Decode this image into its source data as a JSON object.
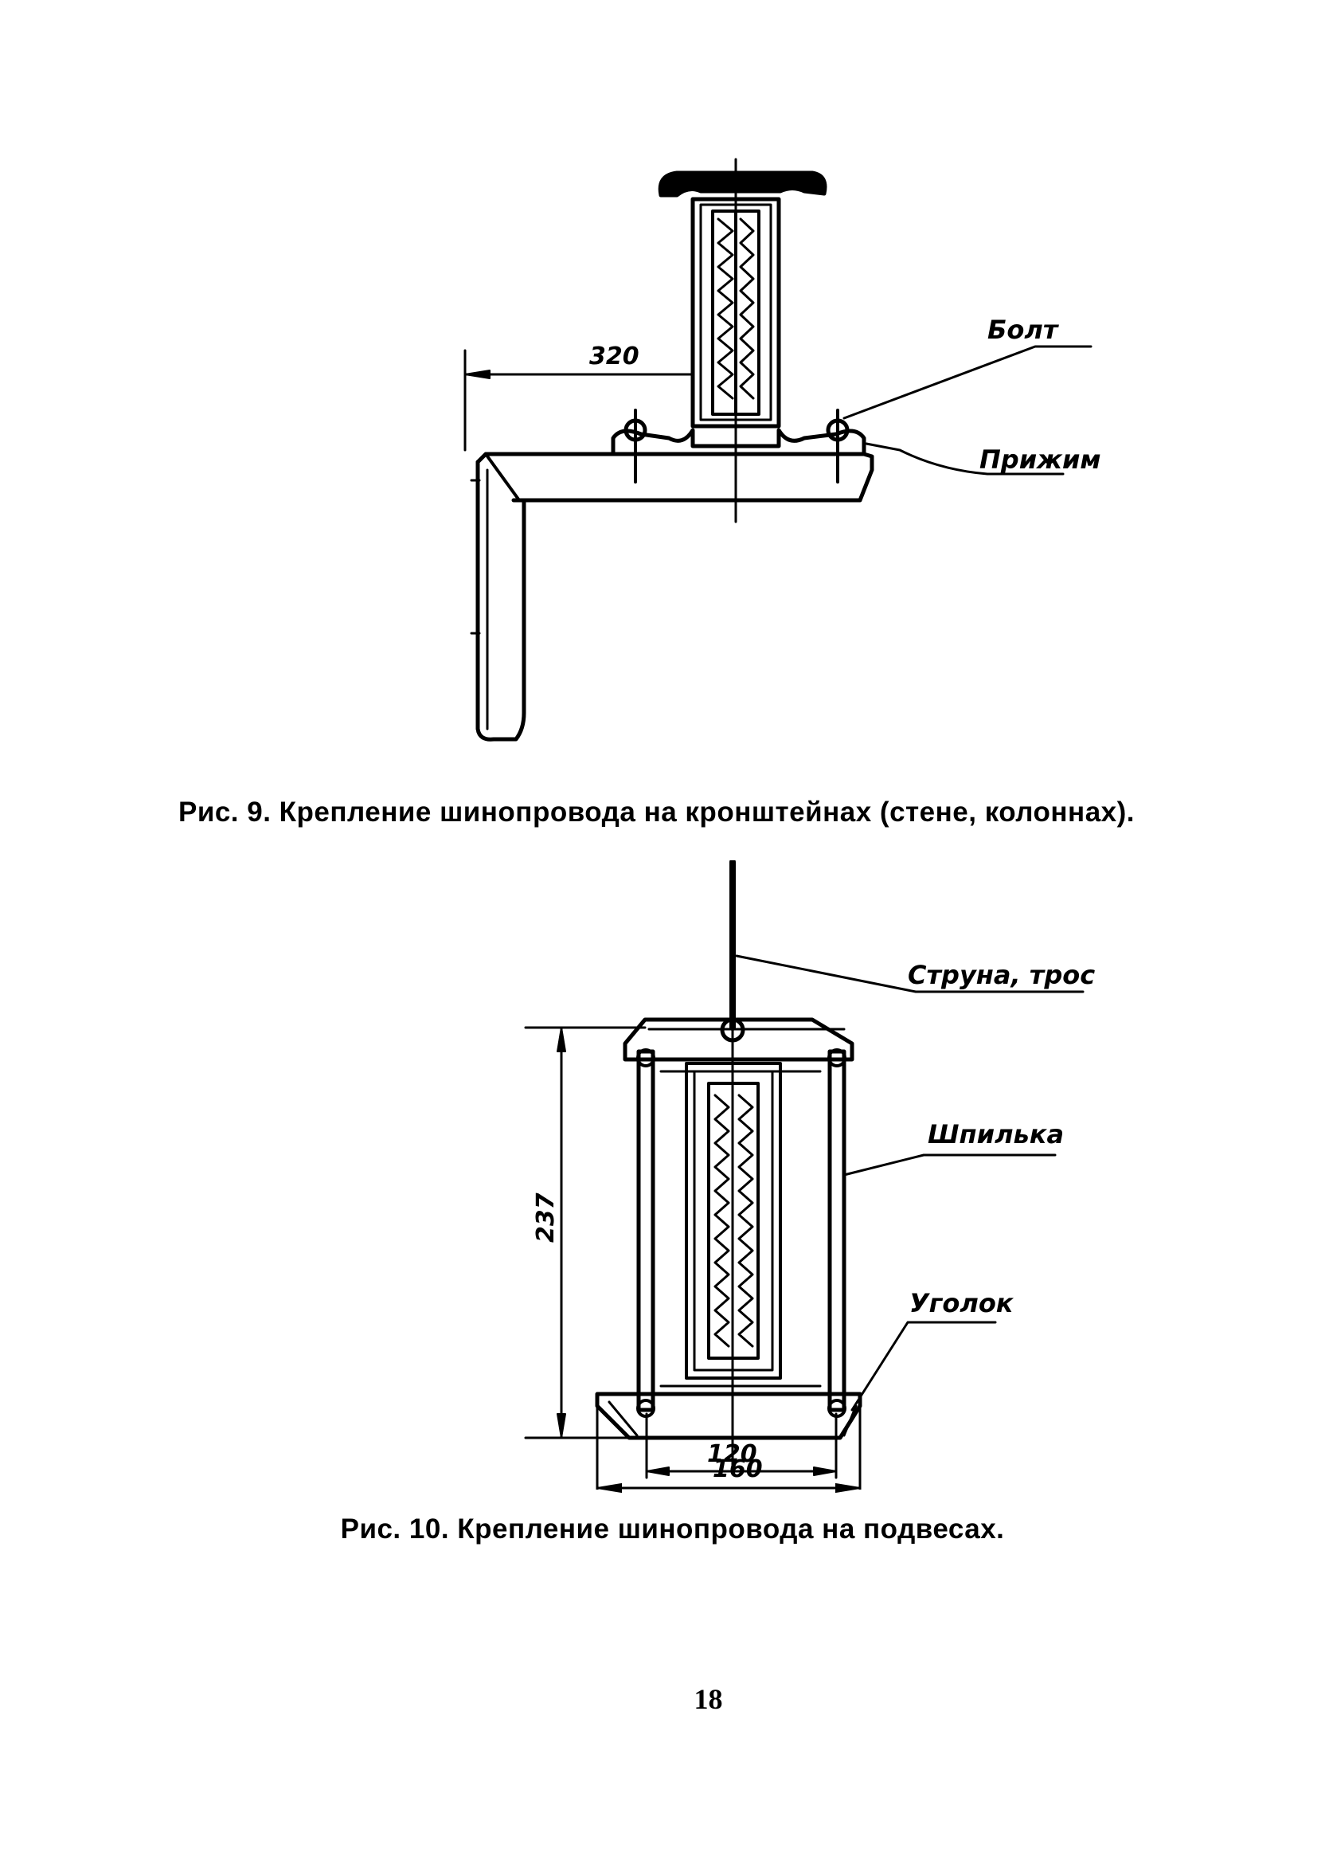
{
  "figure9": {
    "labels": {
      "bolt": "Болт",
      "clamp": "Прижим"
    },
    "dimension": "320",
    "caption": "Рис. 9. Крепление шинопровода на кронштейнах (стене, колоннах)."
  },
  "figure10": {
    "labels": {
      "string": "Струна, трос",
      "stud": "Шпилька",
      "angle": "Уголок"
    },
    "dimensions": {
      "height": "237",
      "inner_width": "120",
      "outer_width": "160"
    },
    "caption": "Рис. 10. Крепление шинопровода на подвесах."
  },
  "page_number": "18"
}
